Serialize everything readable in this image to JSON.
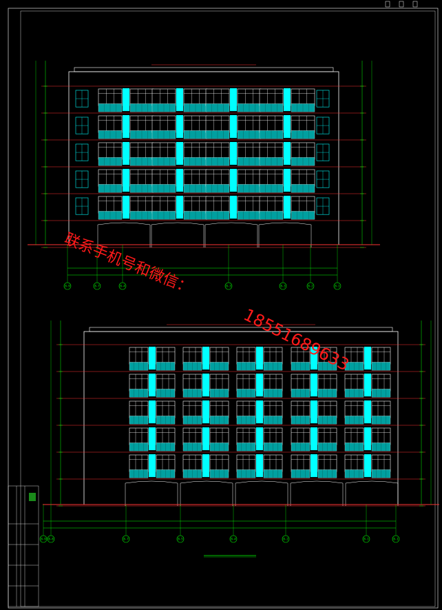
{
  "watermark": {
    "text_line": "联系手机号和微信：",
    "phone": "18551689633",
    "color": "#ff1a1a"
  },
  "colors": {
    "background": "#000000",
    "frame": "#ffffff",
    "dimension": "#00ff00",
    "wall": "#ffffff",
    "floor_line": "#ff3333",
    "stair_glass": "#00ffff",
    "balcony": "#00a0a0",
    "window_frame": "#ffffff",
    "ground": "#ff3333"
  },
  "elevation_top": {
    "axis_labels": [
      "8-9",
      "8-7",
      "8-4",
      "8-3",
      "8-3",
      "8-2",
      "8-1"
    ],
    "floors": 6
  },
  "elevation_bottom": {
    "axis_labels": [
      "8-9",
      "8-8",
      "8-7",
      "8-5",
      "8-4",
      "8-2",
      "8-1",
      "8-1"
    ],
    "floors": 6
  }
}
